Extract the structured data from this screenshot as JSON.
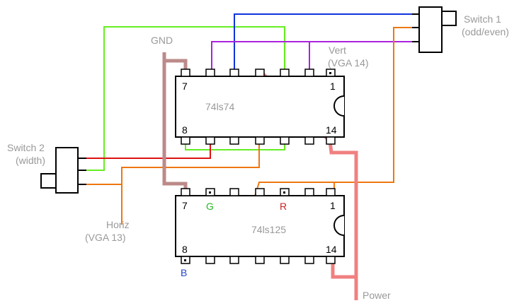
{
  "labels": {
    "gnd": "GND",
    "vert_line1": "Vert",
    "vert_line2": "(VGA 14)",
    "switch1_line1": "Switch 1",
    "switch1_line2": "(odd/even)",
    "switch2_line1": "Switch 2",
    "switch2_line2": "(width)",
    "horiz_line1": "Horiz",
    "horiz_line2": "(VGA 13)",
    "power": "Power",
    "chip1_name": "74ls74",
    "chip2_name": "74ls125",
    "chip1_pin7": "7",
    "chip1_pin1": "1",
    "chip1_pin8": "8",
    "chip1_pin14": "14",
    "chip2_pin7": "7",
    "chip2_pin1": "1",
    "chip2_pin8": "8",
    "chip2_pin14": "14",
    "sig_g": "G",
    "sig_r": "R",
    "sig_b": "B"
  },
  "colors": {
    "ground": "#bc8a8a",
    "power": "#f08080",
    "green": "#66ee22",
    "blue": "#1133dd",
    "purple": "#aa22dd",
    "orange": "#ee7711",
    "red": "#dd1111",
    "gray_text": "#999999",
    "g_text": "#22bb22",
    "r_text": "#cc2222",
    "b_text": "#2244cc"
  }
}
